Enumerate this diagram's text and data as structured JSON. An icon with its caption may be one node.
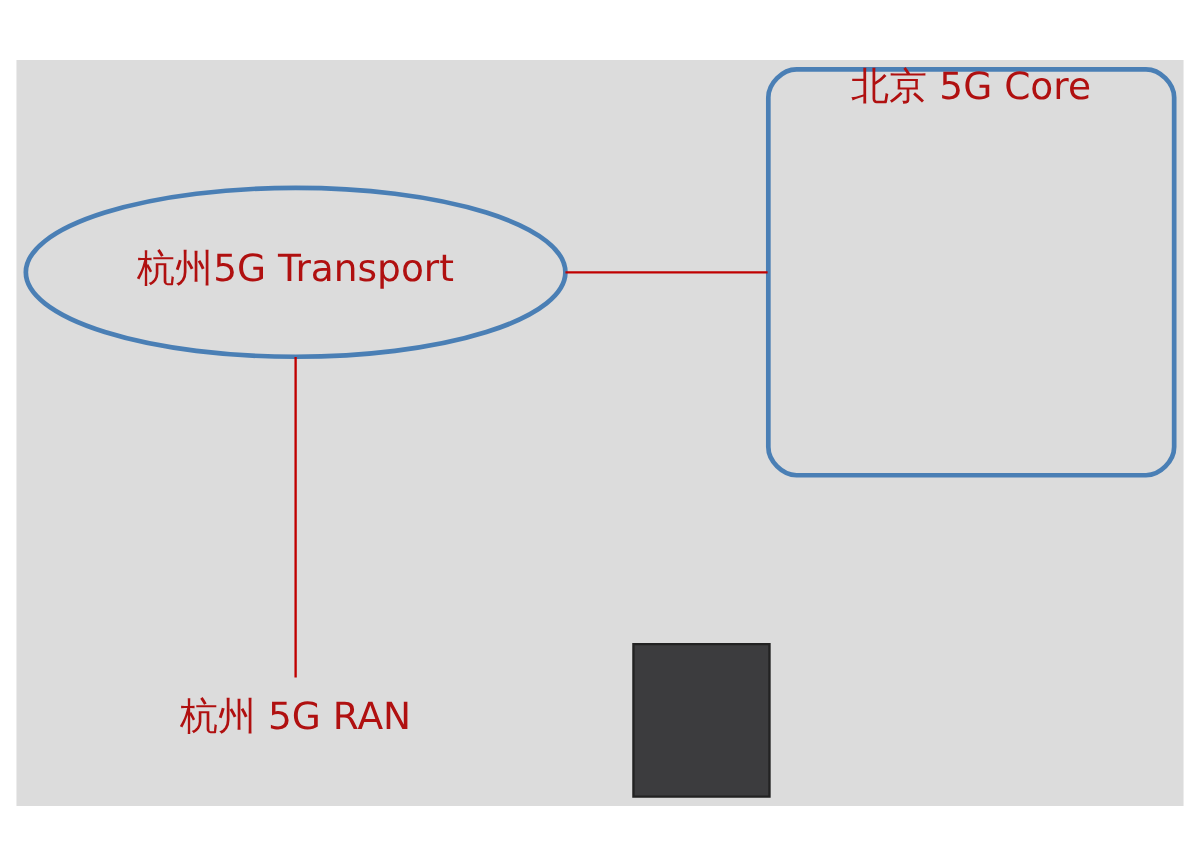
{
  "diagram": {
    "nodes": [
      {
        "text": [
          "杭州5G Transport"
        ]
      },
      {
        "text": [
          "北京 5G Core"
        ]
      },
      {
        "text": [
          "杭州 5G RAN"
        ]
      },
      {
        "text": [],
        "shape": "box"
      }
    ],
    "edges": [
      {
        "from": 0,
        "to": 1,
        "arrow": "none",
        "color": "#c00000"
      },
      {
        "from": 0,
        "to": 2,
        "arrow": "none",
        "color": "#c00000"
      }
    ]
  }
}
